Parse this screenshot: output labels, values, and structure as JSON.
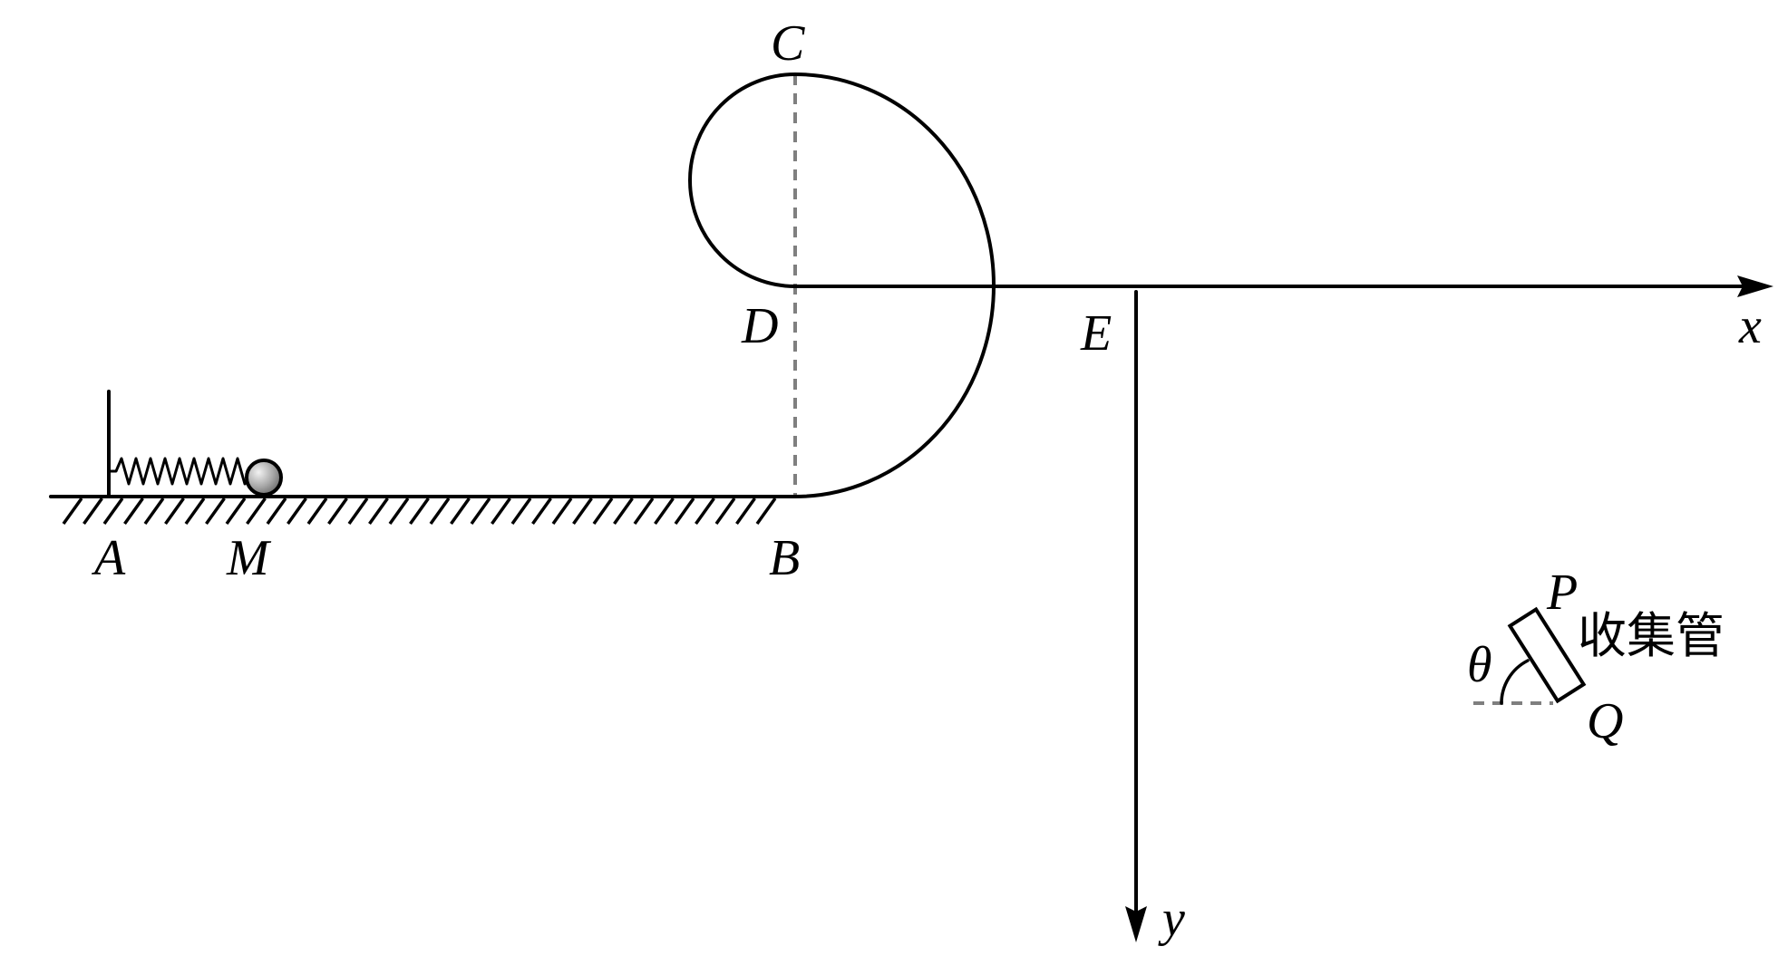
{
  "labels": {
    "A": "A",
    "M": "M",
    "B": "B",
    "C": "C",
    "D": "D",
    "E": "E",
    "x": "x",
    "y": "y",
    "P": "P",
    "Q": "Q",
    "theta": "θ",
    "collector": "收集管"
  },
  "colors": {
    "line": "#000000",
    "dashed": "#7f7f7f",
    "ball_fill": "#b5b5b5"
  }
}
